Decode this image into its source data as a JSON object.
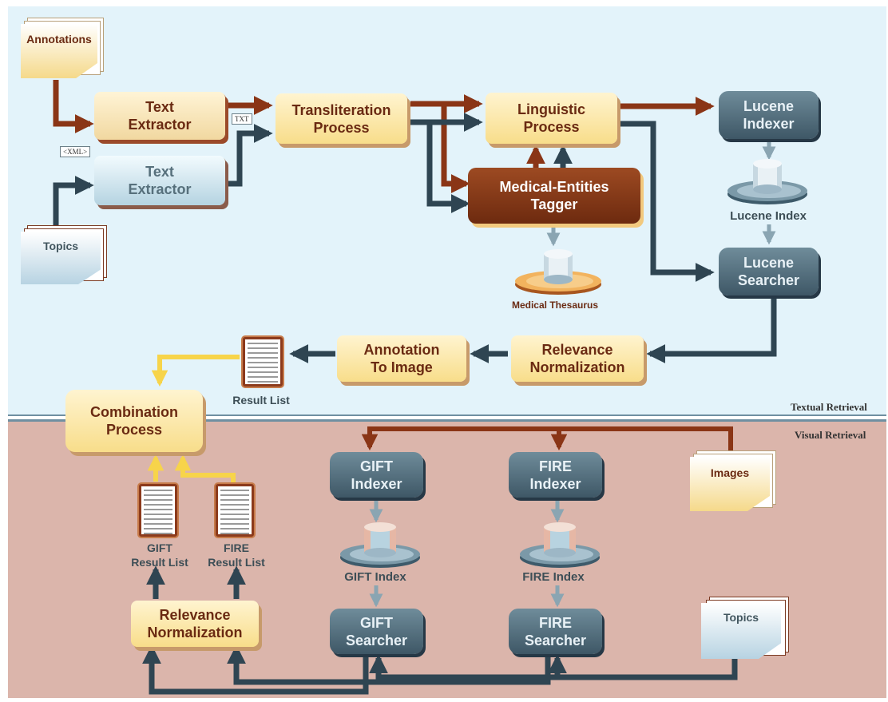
{
  "section_labels": {
    "textual": "Textual Retrieval",
    "visual": "Visual Retrieval"
  },
  "documents": {
    "annotations": "Annotations",
    "topics_top": "Topics",
    "images": "Images",
    "topics_bottom": "Topics"
  },
  "tags": {
    "txt": "TXT",
    "xml": "<XML>"
  },
  "nodes": {
    "text_extractor_1": "Text\nExtractor",
    "text_extractor_2": "Text\nExtractor",
    "transliteration": "Transliteration\nProcess",
    "linguistic": "Linguistic\nProcess",
    "medical_tagger": "Medical-Entities\nTagger",
    "lucene_indexer": "Lucene\nIndexer",
    "lucene_searcher": "Lucene\nSearcher",
    "relevance_top": "Relevance\nNormalization",
    "annotation_to_image": "Annotation\nTo Image",
    "combination": "Combination\nProcess",
    "gift_indexer": "GIFT\nIndexer",
    "fire_indexer": "FIRE\nIndexer",
    "gift_searcher": "GIFT\nSearcher",
    "fire_searcher": "FIRE\nSearcher",
    "relevance_bottom": "Relevance\nNormalization"
  },
  "databases": {
    "lucene_index": "Lucene Index",
    "medical_thesaurus": "Medical Thesaurus",
    "gift_index": "GIFT Index",
    "fire_index": "FIRE Index"
  },
  "result_lists": {
    "text_result": "Result List",
    "gift_result": "GIFT\nResult List",
    "fire_result": "FIRE\nResult List"
  },
  "colors": {
    "dark_arrow": "#2f4552",
    "brown_arrow": "#8a3516",
    "light_arrow": "#8aa5b2",
    "yellow_arrow": "#f7d44a"
  }
}
